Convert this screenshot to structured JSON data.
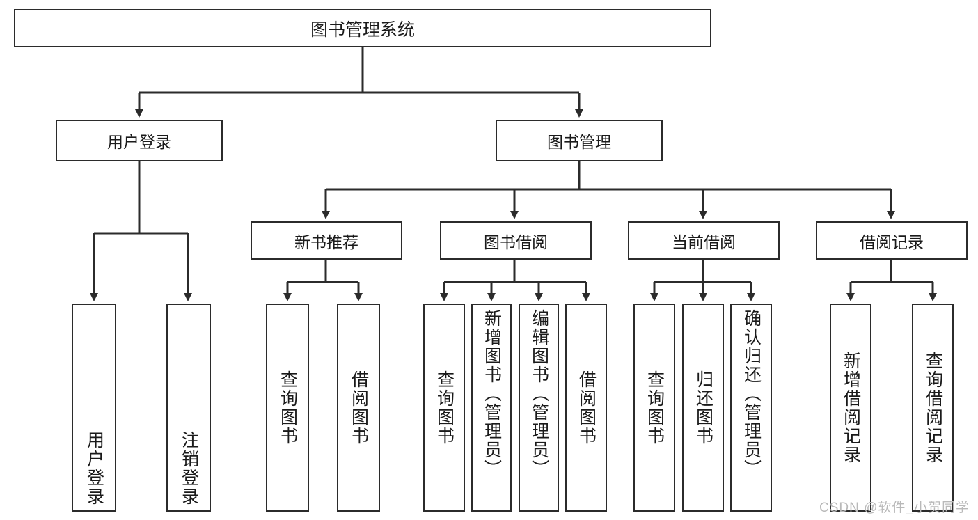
{
  "diagram": {
    "type": "tree",
    "title": "图书管理系统",
    "watermark": "CSDN @软件_小贺同学",
    "colors": {
      "box_border": "#2b2b2b",
      "box_fill": "#ffffff",
      "text": "#1a1a1a",
      "connector": "#2b2b2b",
      "watermark": "#b9b9b9"
    },
    "nodes": {
      "root": {
        "label": "图书管理系统"
      },
      "level1": [
        {
          "label": "用户登录"
        },
        {
          "label": "图书管理"
        }
      ],
      "level2": [
        {
          "label": "新书推荐"
        },
        {
          "label": "图书借阅"
        },
        {
          "label": "当前借阅"
        },
        {
          "label": "借阅记录"
        }
      ],
      "leaves": {
        "user_login": [
          {
            "label": "用户登录"
          },
          {
            "label": "注销登录"
          }
        ],
        "new_book_recommend": [
          {
            "label": "查询图书"
          },
          {
            "label": "借阅图书"
          }
        ],
        "book_borrow": [
          {
            "label": "查询图书"
          },
          {
            "label": "新增图书（管理员）"
          },
          {
            "label": "编辑图书（管理员）"
          },
          {
            "label": "借阅图书"
          }
        ],
        "current_borrow": [
          {
            "label": "查询图书"
          },
          {
            "label": "归还图书"
          },
          {
            "label": "确认归还（管理员）"
          }
        ],
        "borrow_record": [
          {
            "label": "新增借阅记录"
          },
          {
            "label": "查询借阅记录"
          }
        ]
      }
    }
  }
}
